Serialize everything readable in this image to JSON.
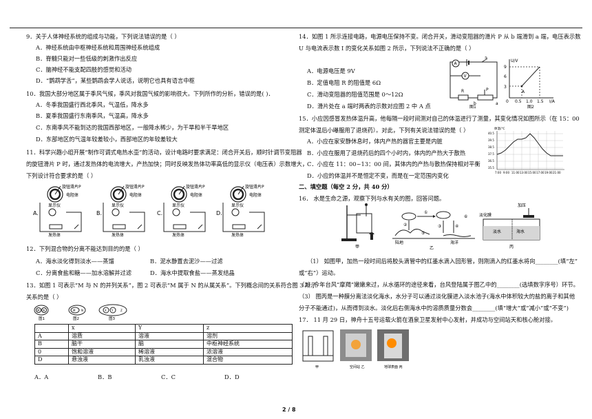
{
  "left": {
    "q9": {
      "stem": "9．关于人体神经系统的组成与功能，下列说法错误的是（      ）",
      "options": [
        "A．神经系统由中枢神经系统和周围神经系统组成",
        "B．脊髓只能对一些低级的刺激作出反应",
        "C．脑神经不能支配四肢的感觉和活动",
        "D．“鹦鹉学舌”，某些鹦鹉会学人说话，说明它也具有语言中枢"
      ]
    },
    "q10": {
      "stem": "10．我国大部分地区属于季风气候，季风对我国气候的影响很大。下列所作的分析，错误的是(      )．",
      "options": [
        "A．冬季我国盛行西北季风，气温低，降水多",
        "B．夏季我国盛行东南季风，气温高，降水多",
        "C．东南季风不能到达的我国西部地区，一般降水稀少，为干旱和半干旱地区",
        "D．东部地区的气温年较差较小，西部地区的年较差较大"
      ]
    },
    "q11": {
      "lines": [
        "11．科学兴趣小组开展“制作可调式电热水壶”的活动，设计电路时要求满足：闭合开关后，顺时针调节变阻器",
        "的旋钮滑片 P 时，通过发热体的电流增大，产热加快；同时反映发热体功率高低的显示仪（电压表）示数增大，",
        "下列设计符合要求的是（      ）"
      ],
      "circuit": {
        "knob": "旋钮滑片P",
        "resistor": "电阻体",
        "meter": "显示仪",
        "heater": "发热体"
      },
      "letters": [
        "A.",
        "B.",
        "C.",
        "D."
      ]
    },
    "q12": {
      "stem": "12．下列混合物的分离不能达到目的的是（      ）",
      "a": "A．海水淡化得到淡水——蒸馏",
      "b": "B．泥水静置去泥沙——过滤",
      "c": "C．分离食盐和糖——加水溶解并过滤",
      "d": "D．海水中提取食盐——蒸发结晶"
    },
    "q13": {
      "line1": "13．如图 1 可表示“M 与 N 的并列关系”，图 2 可表示“M 属于 N 的从属关系”。下列概念间的关系符合图 3 所示",
      "line2": "关系的是（      ）",
      "fig_letters": {
        "m": "M",
        "n": "N",
        "x": "X",
        "y": "Y",
        "z": "Z"
      },
      "fig_labels": [
        "图1",
        "图2",
        "图3"
      ],
      "table_header": [
        "",
        "x",
        "Y",
        "z"
      ],
      "table_rows": [
        [
          "A",
          "溶质",
          "溶液",
          "溶剂"
        ],
        [
          "B",
          "脑干",
          "脑",
          "中枢神经系统"
        ],
        [
          "0",
          "饱和溶液",
          "稀溶液",
          "浓溶液"
        ],
        [
          "D",
          "悬浊液",
          "乳浊液",
          "混合物"
        ]
      ],
      "answers": [
        "A．A",
        "B．B",
        "C．C",
        "D．D"
      ]
    }
  },
  "right": {
    "q14": {
      "line1": "14．如图 1 所示连接电路，电源电压保持不变。闭合开关，滑动变阻器的滑片 P 从 b 端滑到 a 端，电压表示数",
      "line2": "U 与电流表示数 I 的变化关系如图 2 所示，下列说法不正确的是（      ）",
      "options": [
        "A．电源电压是 9V",
        "B．定值电阻 R 的阻值是 6Ω",
        "C．滑动变阻器的阻值范围是 0～12Ω",
        "D．滑片处在 a 端时两表的示数对应图 2 中 A 点"
      ],
      "fig1": {
        "ammeter": "A",
        "voltmeter": "V",
        "r": "R",
        "p": "P",
        "a": "a",
        "b": "b",
        "s": "S",
        "label": "图1"
      },
      "fig2": {
        "ylabel": "U/V",
        "xlabel": "I/A",
        "label": "图2",
        "yticks": [
          "9",
          "6",
          "3"
        ],
        "xticks": [
          "0.5",
          "1.0",
          "1.5"
        ],
        "origin": "0",
        "point": "A"
      }
    },
    "q15": {
      "line1": "15．小应因感冒发热体温升高，他每隔一段时间测对自己的体温进行了测量，其变化情况如图所示（在 15：00",
      "line2": "测定体温后小曝服用了退烧药）。对此，下列有关说法错误的是（      ）",
      "options": [
        "A．小应在家安静休息时，体内产热的器官主要是内脏",
        "B．小应在服用了退烧药后的四个小时内，体内的产热大于散热",
        "C．小应在 11：00~13：00 间，其体内的产热与散热保持相对平衡",
        "D．小应的体温并不是恒定不变，而是在一定范围内变化"
      ],
      "chart": {
        "ylabel": "体温/℃",
        "yticks": [
          "40.5",
          "39.5",
          "38.5",
          "37.5",
          "36.5",
          "35.5"
        ],
        "xticks": [
          "7:00",
          "9:00",
          "11:00",
          "13:00",
          "15:00",
          "17:00",
          "19:00",
          "21:00"
        ]
      }
    },
    "section2": "二、填空题（每空 2 分，共 40 分）",
    "q16": {
      "stem": "16．   水是生命之源，观察下列与水有关的图，回答问题。",
      "fig_labels": {
        "jia": "甲",
        "yi": "乙",
        "bing": "丙"
      },
      "fig_texts": {
        "t1": "陆地",
        "t2": "海洋",
        "t3": "淡化膜",
        "t4": "淡水",
        "t5": "海水",
        "t6": "加压",
        "n1": "①",
        "n2": "②",
        "n3": "③",
        "n4": "④",
        "n5": "⑤",
        "n6": "⑥"
      },
      "p1": "（1）  如图甲，加热一段时间后将胶头滴管中的红墨水滴入回形管，则刚滴入的红墨水将向________(填“左”",
      "p1b": "或“右”）运动。",
      "p2": "（2）今年台风“摩羯”嫩嫩来过，从水循环的途径来看，台风登陆属于图乙中的________(选填数字序号）环节。",
      "p3": "（3）  图丙是一种膜分离法淡化海水，水分子可以通过淡化膜进入淡水池子(海水中体积较大的盐的离子和其他",
      "p3b": "分子不能通过)，从而得到淡水。淡化后右侧海水中的溶质质量分数会________(填“增大”或“减小”或“不变”)"
    },
    "q17": {
      "stem": "17．  11 月 29 日，神舟十五号运载火箭在酒泉卫星发射中心发射，并成功与空间站天和核心舱对接。",
      "fig_labels": [
        "甲",
        "空间站\n乙",
        "地球表面\n丙"
      ]
    }
  },
  "footer": "2 / 8"
}
